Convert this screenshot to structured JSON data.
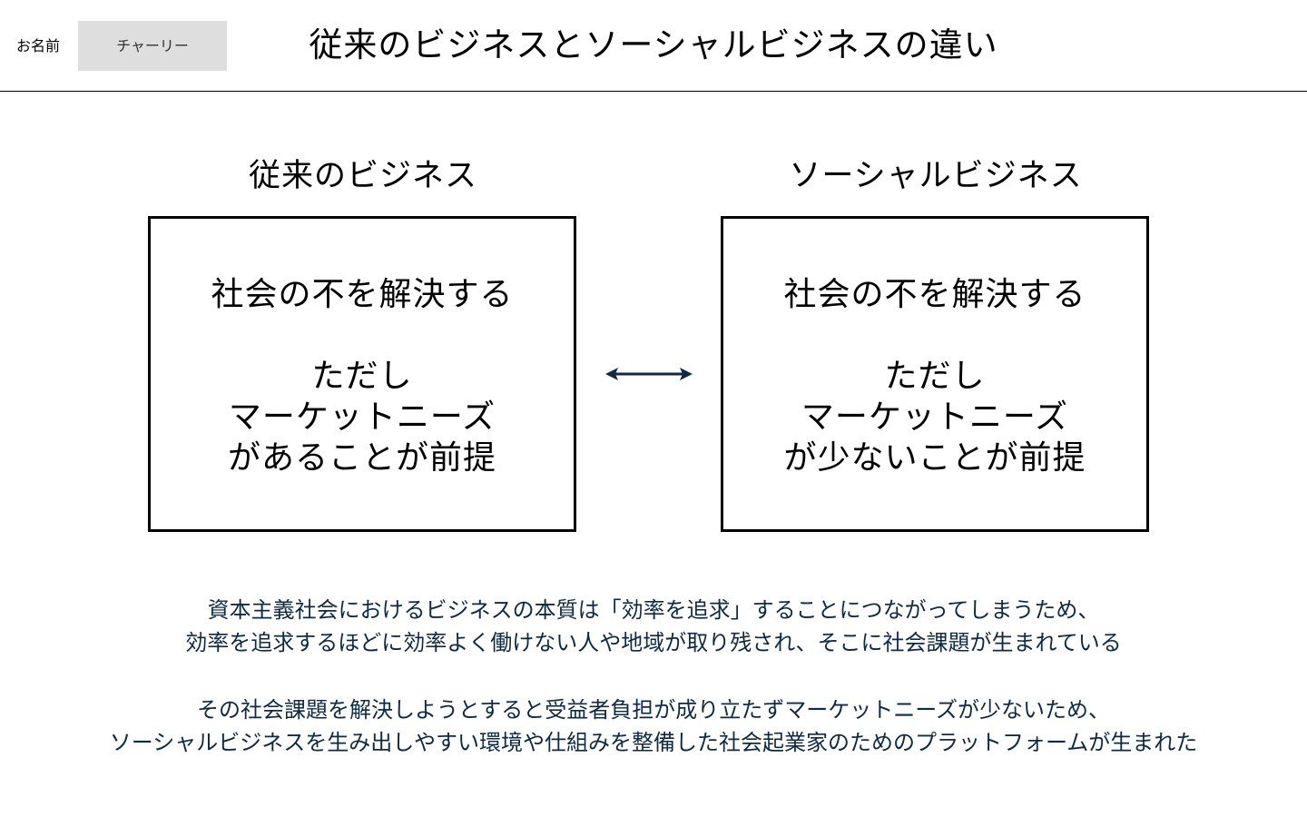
{
  "header": {
    "name_label": "お名前",
    "name_value": "チャーリー",
    "title": "従来のビジネスとソーシャルビジネスの違い"
  },
  "comparison": {
    "left": {
      "heading": "従来のビジネス",
      "lines": [
        "社会の不を解決する",
        "ただし",
        "マーケットニーズ",
        "があることが前提"
      ]
    },
    "connector_icon": "double-arrow-icon",
    "right": {
      "heading": "ソーシャルビジネス",
      "lines": [
        "社会の不を解決する",
        "ただし",
        "マーケットニーズ",
        "が少ないことが前提"
      ]
    }
  },
  "explanation": {
    "paragraph1": [
      "資本主義社会におけるビジネスの本質は「効率を追求」することにつながってしまうため、",
      "効率を追求するほどに効率よく働けない人や地域が取り残され、そこに社会課題が生まれている"
    ],
    "paragraph2": [
      "その社会課題を解決しようとすると受益者負担が成り立たずマーケットニーズが少ないため、",
      "ソーシャルビジネスを生み出しやすい環境や仕組みを整備した社会起業家のためのプラットフォームが生まれた"
    ]
  },
  "colors": {
    "arrow": "#0e2a45",
    "explanation_text": "#0e2a45",
    "name_field_bg": "#dedede"
  }
}
